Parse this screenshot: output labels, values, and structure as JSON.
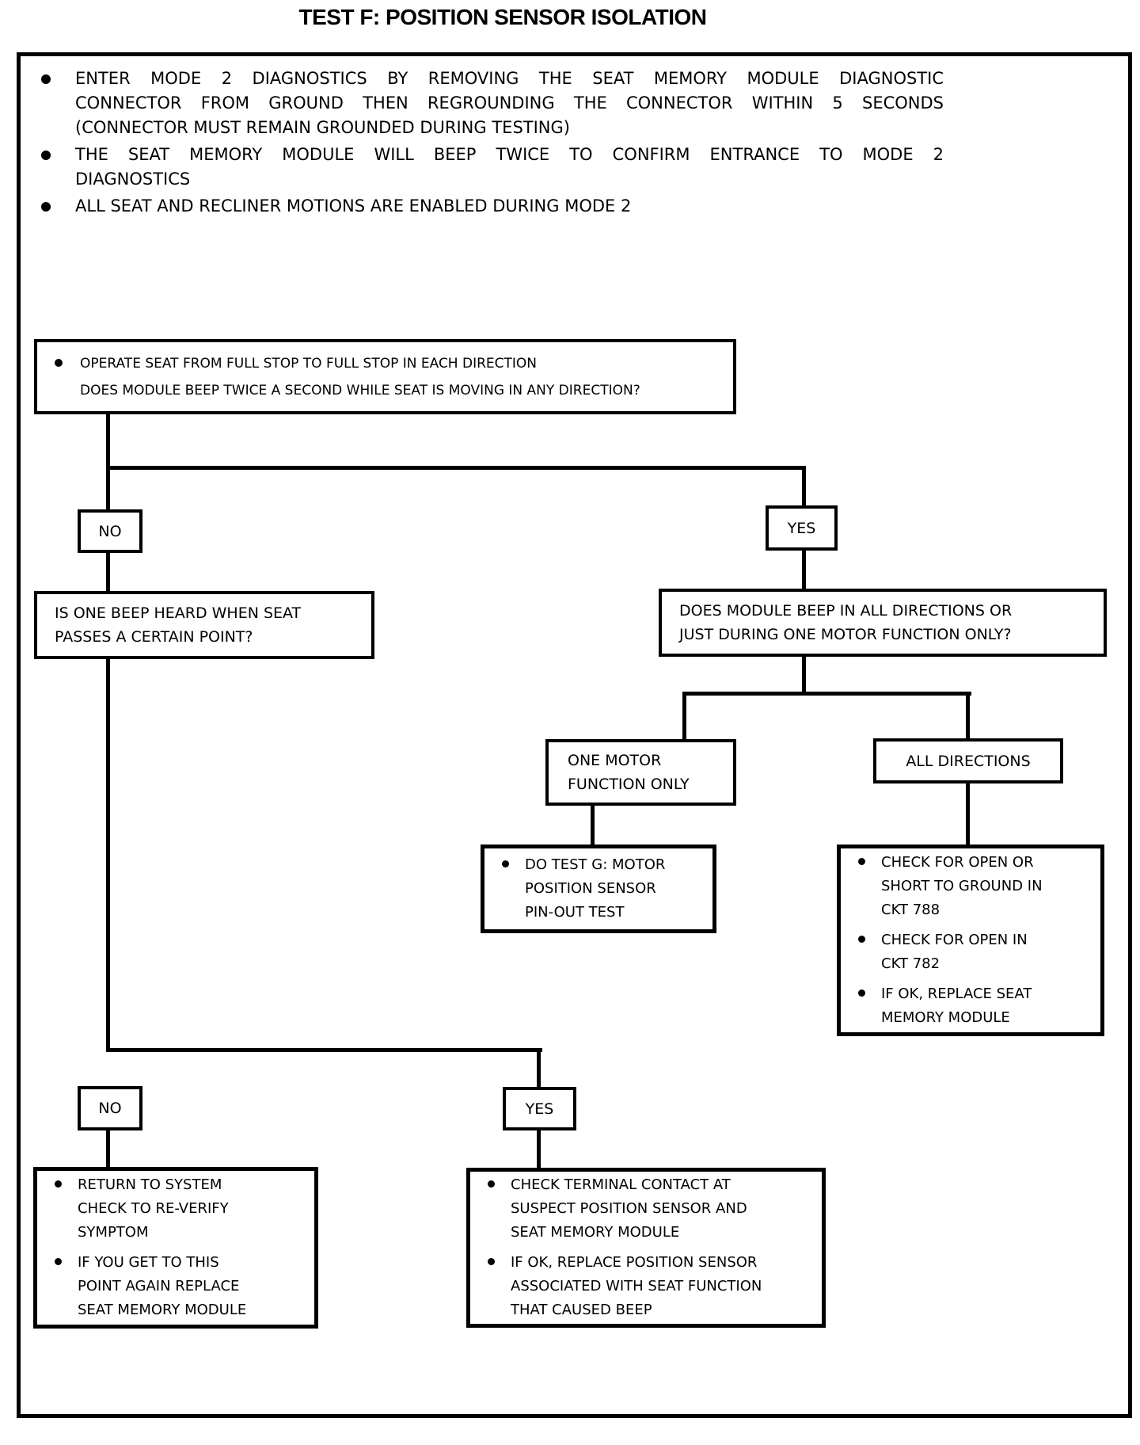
{
  "title": "TEST F: POSITION SENSOR ISOLATION",
  "intro": [
    {
      "lines": [
        "ENTER MODE 2 DIAGNOSTICS BY REMOVING THE SEAT MEMORY MODULE DIAGNOSTIC",
        "CONNECTOR FROM GROUND THEN REGROUNDING THE CONNECTOR WITHIN 5 SECONDS",
        "(CONNECTOR MUST REMAIN GROUNDED DURING TESTING)"
      ]
    },
    {
      "lines": [
        "THE SEAT MEMORY MODULE WILL BEEP TWICE TO CONFIRM ENTRANCE TO MODE 2",
        "DIAGNOSTICS"
      ]
    },
    {
      "lines": [
        "ALL SEAT AND RECLINER MOTIONS ARE ENABLED DURING MODE 2"
      ]
    }
  ],
  "flow": {
    "q1": {
      "bullet": "OPERATE SEAT FROM FULL STOP TO FULL STOP IN EACH DIRECTION",
      "question": "DOES MODULE BEEP TWICE A SECOND WHILE SEAT IS MOVING IN ANY DIRECTION?"
    },
    "labels": {
      "no1": "NO",
      "yes1": "YES",
      "no2": "NO",
      "yes2": "YES"
    },
    "q2": {
      "lines": [
        "IS ONE BEEP HEARD WHEN SEAT",
        "PASSES A CERTAIN POINT?"
      ]
    },
    "q3": {
      "lines": [
        "DOES MODULE BEEP IN ALL DIRECTIONS OR",
        "JUST DURING ONE MOTOR FUNCTION ONLY?"
      ]
    },
    "one_motor": {
      "lines": [
        "ONE MOTOR",
        "FUNCTION ONLY"
      ]
    },
    "all_directions": "ALL DIRECTIONS",
    "do_test_g": {
      "bullets": [
        {
          "lines": [
            "DO TEST G: MOTOR",
            "POSITION SENSOR",
            "PIN-OUT TEST"
          ]
        }
      ]
    },
    "ckt": {
      "bullets": [
        {
          "lines": [
            "CHECK FOR OPEN OR",
            "SHORT TO GROUND IN",
            "CKT 788"
          ]
        },
        {
          "lines": [
            "CHECK FOR OPEN IN",
            "CKT 782"
          ]
        },
        {
          "lines": [
            "IF OK, REPLACE SEAT",
            "MEMORY MODULE"
          ]
        }
      ]
    },
    "return_box": {
      "bullets": [
        {
          "lines": [
            "RETURN TO SYSTEM",
            "CHECK TO RE-VERIFY",
            "SYMPTOM"
          ]
        },
        {
          "lines": [
            "IF YOU GET TO THIS",
            "POINT AGAIN REPLACE",
            "SEAT MEMORY MODULE"
          ]
        }
      ]
    },
    "terminal": {
      "bullets": [
        {
          "lines": [
            "CHECK TERMINAL CONTACT AT",
            "SUSPECT POSITION SENSOR AND",
            "SEAT MEMORY MODULE"
          ]
        },
        {
          "lines": [
            "IF OK, REPLACE POSITION SENSOR",
            "ASSOCIATED WITH SEAT FUNCTION",
            "THAT CAUSED BEEP"
          ]
        }
      ]
    }
  }
}
